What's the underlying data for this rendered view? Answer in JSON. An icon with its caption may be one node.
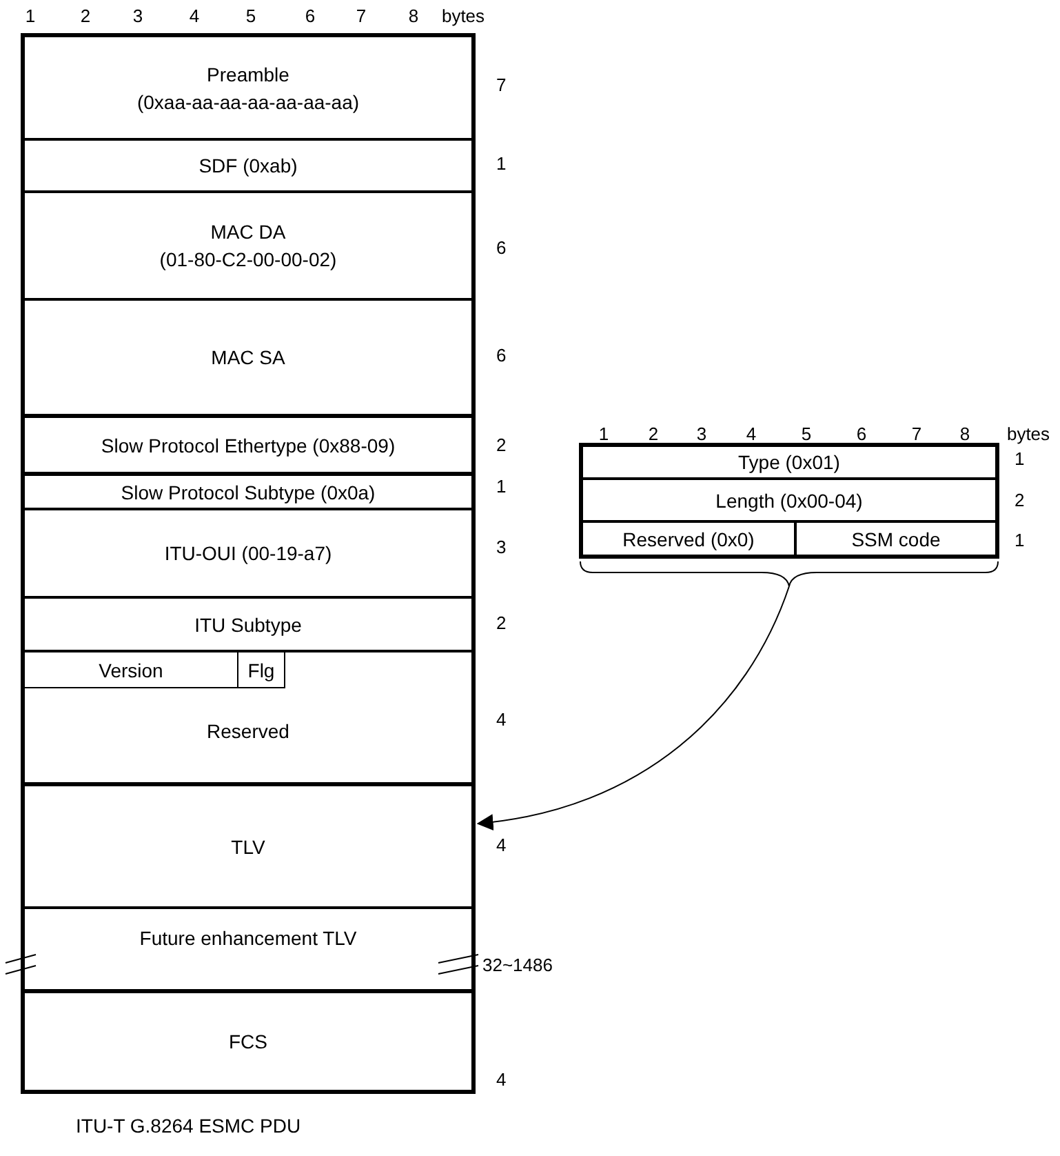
{
  "diagram": {
    "caption": "ITU-T G.8264 ESMC PDU",
    "nodes": [
      {
        "text": [
          "Preamble",
          "(0xaa-aa-aa-aa-aa-aa-aa)"
        ],
        "beside": [
          "7"
        ]
      },
      {
        "text": [
          "SDF (0xab)"
        ],
        "beside": [
          "1"
        ]
      },
      {
        "text": [
          "MAC DA",
          "(01-80-C2-00-00-02)"
        ],
        "beside": [
          "6"
        ]
      },
      {
        "text": [
          "MAC SA"
        ],
        "beside": [
          "6"
        ]
      },
      {
        "text": [
          "Slow Protocol Ethertype (0x88-09)"
        ],
        "beside": [
          "2"
        ]
      },
      {
        "text": [
          "Slow Protocol Subtype (0x0a)"
        ],
        "beside": [
          "1"
        ]
      },
      {
        "text": [
          "ITU-OUI (00-19-a7)"
        ],
        "beside": [
          "3"
        ]
      },
      {
        "text": [
          "ITU Subtype"
        ],
        "beside": [
          "2"
        ]
      },
      {
        "text": [
          "Reserved"
        ],
        "beside": [
          "4"
        ]
      },
      {
        "text": [
          "Version"
        ],
        "in": 8
      },
      {
        "text": [
          "Flg"
        ],
        "in": 8
      },
      {
        "text": [
          "TLV"
        ],
        "beside": [
          "4"
        ]
      },
      {
        "text": [
          "Future enhancement TLV"
        ],
        "beside": [
          "32~1486"
        ]
      },
      {
        "text": [
          "FCS"
        ],
        "beside": [
          "4"
        ]
      },
      {
        "text": [],
        "shape": "box"
      },
      {
        "text": [
          "Type (0x01)"
        ],
        "in": 14,
        "beside": [
          "1"
        ]
      },
      {
        "text": [
          "Length (0x00-04)"
        ],
        "in": 14,
        "beside": [
          "2"
        ]
      },
      {
        "text": [
          "Reserved (0x0)"
        ],
        "in": 14
      },
      {
        "text": [
          "SSM code"
        ],
        "in": 14,
        "beside": [
          "1"
        ]
      },
      {
        "text": [],
        "shape": "bracket"
      }
    ],
    "edges": [
      {
        "from": 19,
        "to": 11,
        "arrow": "to"
      }
    ],
    "labels": [
      "1",
      "2",
      "3",
      "4",
      "5",
      "6",
      "7",
      "8",
      "bytes",
      "1",
      "2",
      "3",
      "4",
      "5",
      "6",
      "7",
      "8",
      "bytes"
    ]
  }
}
